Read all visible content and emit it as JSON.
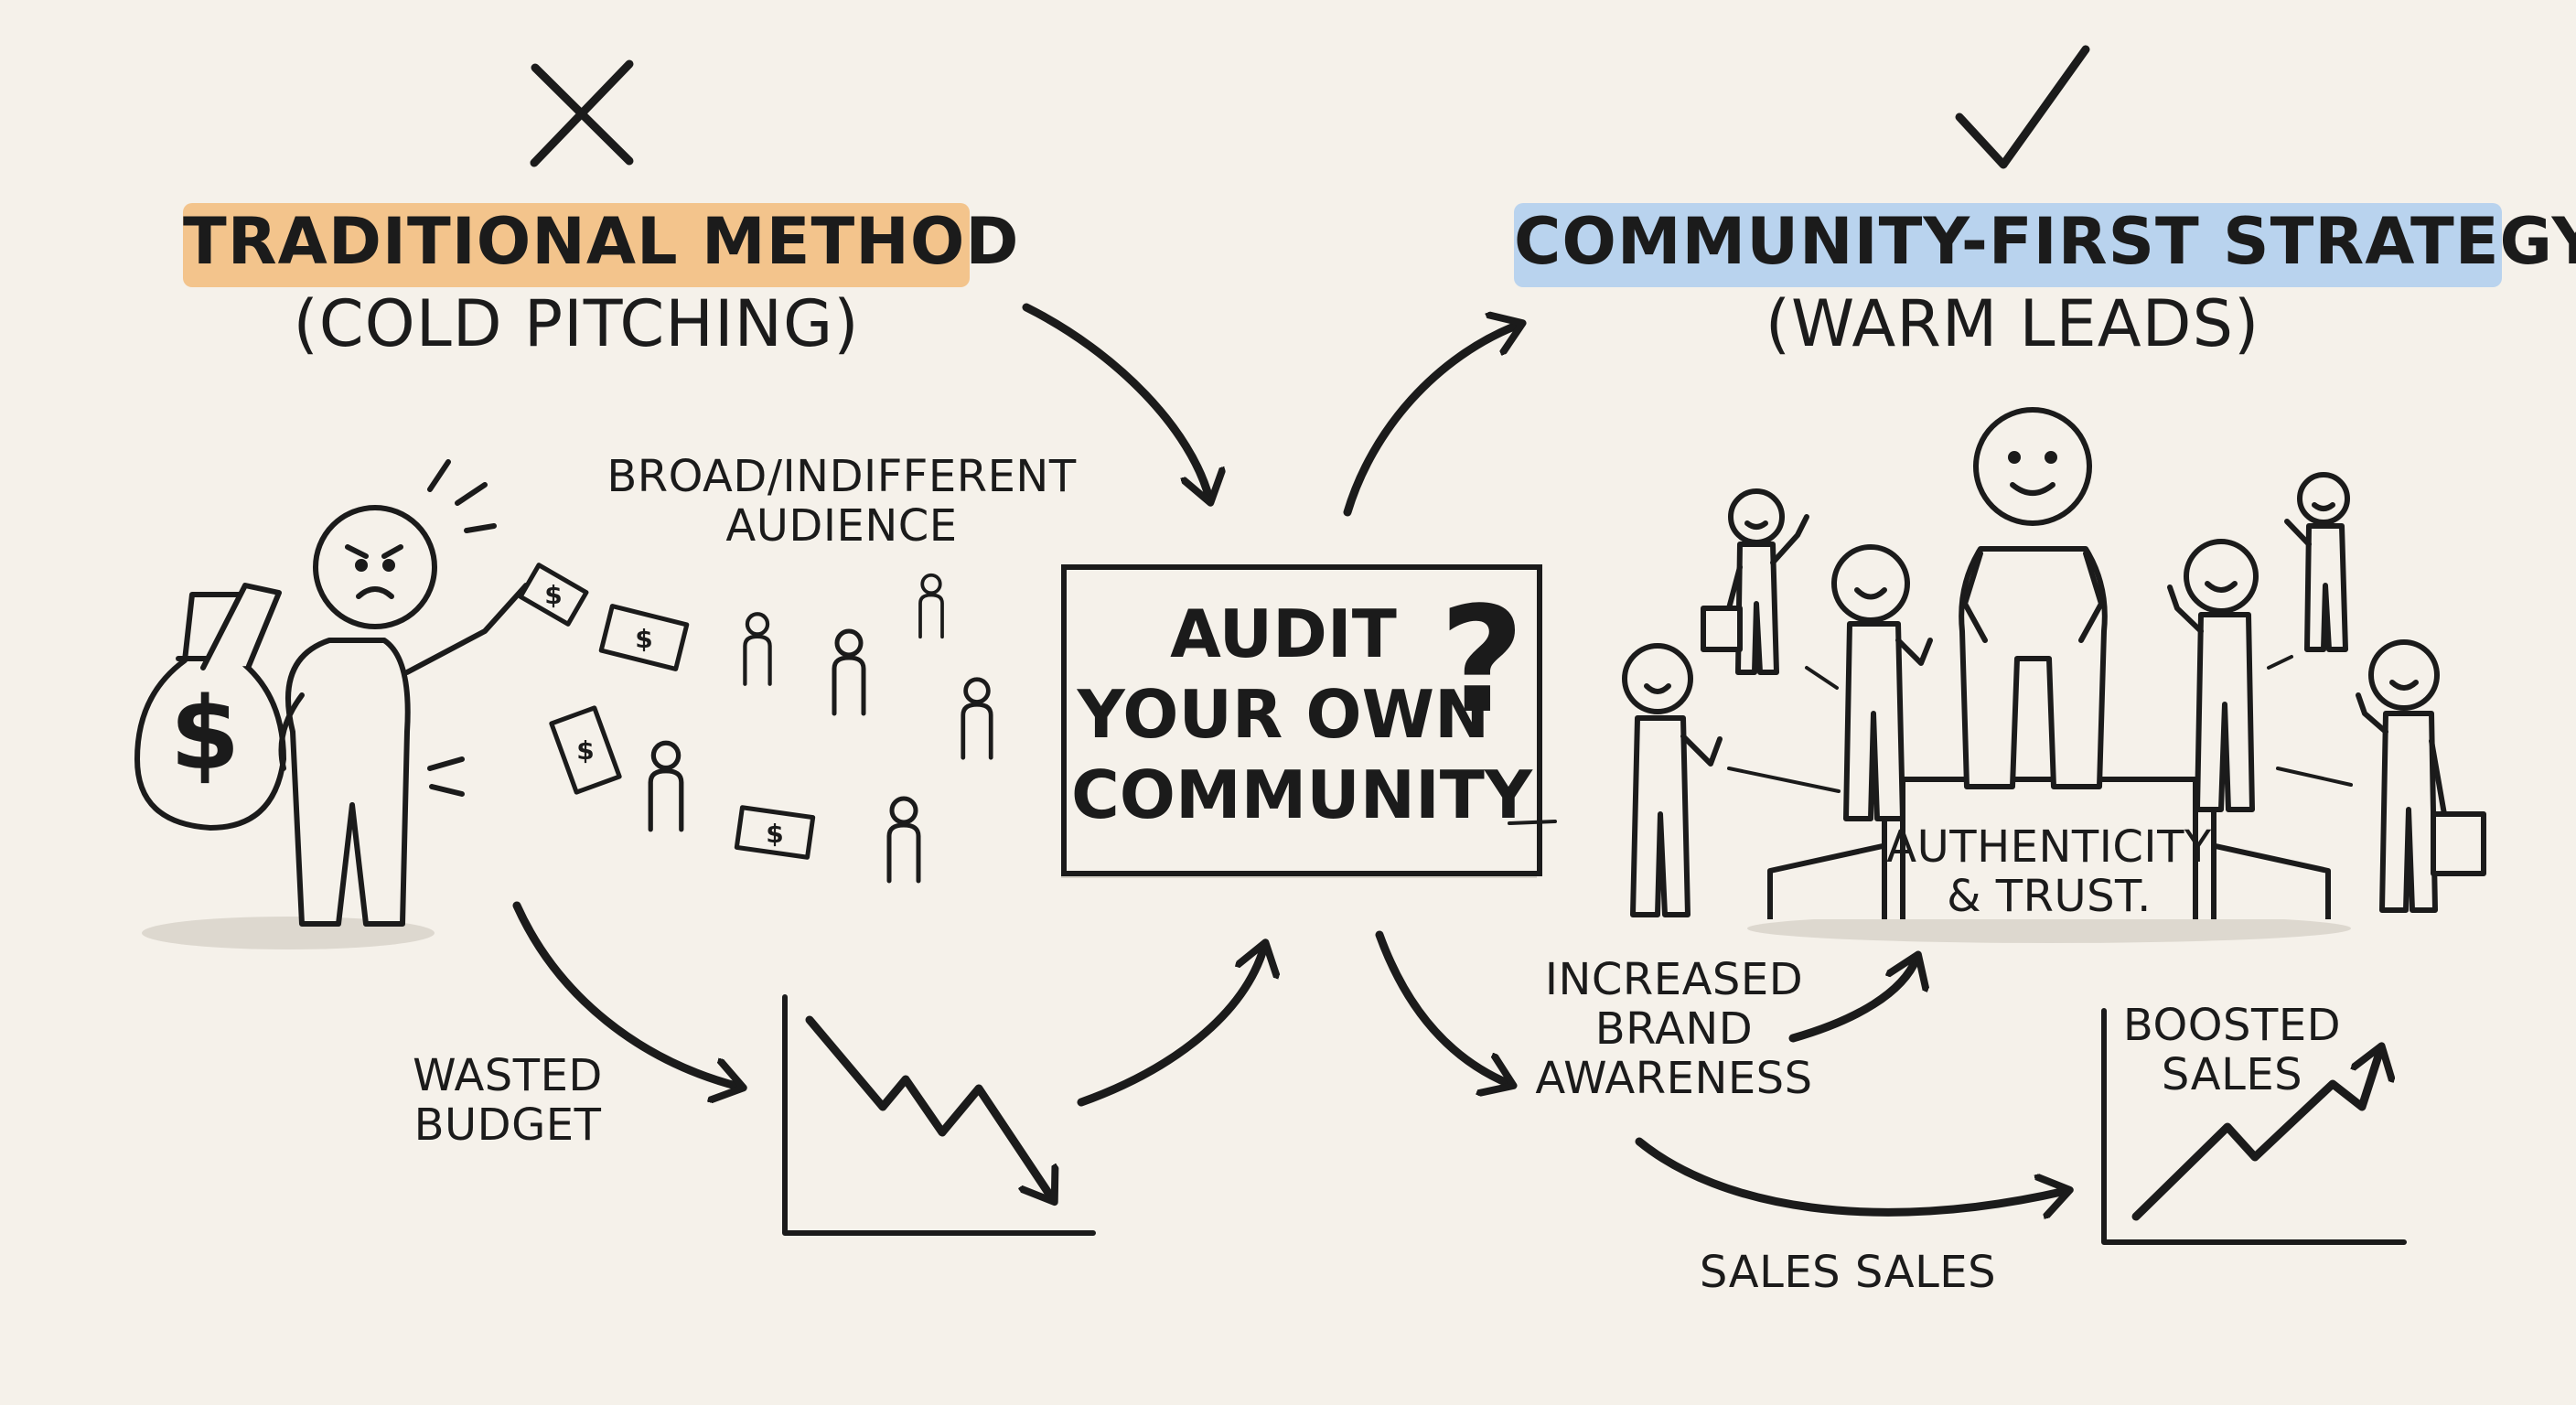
{
  "left": {
    "title": "TRADITIONAL METHOD",
    "subtitle": "(COLD PITCHING)",
    "highlight_color": "#f3c48c",
    "audience_label": [
      "BROAD/INDIFFERENT",
      "AUDIENCE"
    ],
    "budget_label": [
      "WASTED",
      "BUDGET"
    ],
    "verdict_icon": "cross-mark-icon"
  },
  "center": {
    "box_lines": [
      "AUDIT",
      "YOUR OWN",
      "COMMUNITY"
    ],
    "question_mark": "?"
  },
  "right": {
    "title": "COMMUNITY-FIRST STRATEGY",
    "subtitle": "(WARM LEADS)",
    "highlight_color": "#b9d3ee",
    "podium_label": [
      "AUTHENTICITY",
      "& TRUST."
    ],
    "awareness_label": [
      "INCREASED",
      "BRAND",
      "AWARENESS"
    ],
    "sales_label": [
      "BOOSTED",
      "SALES"
    ],
    "bottom_label": "SALES SALES",
    "verdict_icon": "check-mark-icon"
  },
  "colors": {
    "background": "#f5f1ea",
    "ink": "#1b1b1b",
    "shadow": "#d9d4cb"
  }
}
